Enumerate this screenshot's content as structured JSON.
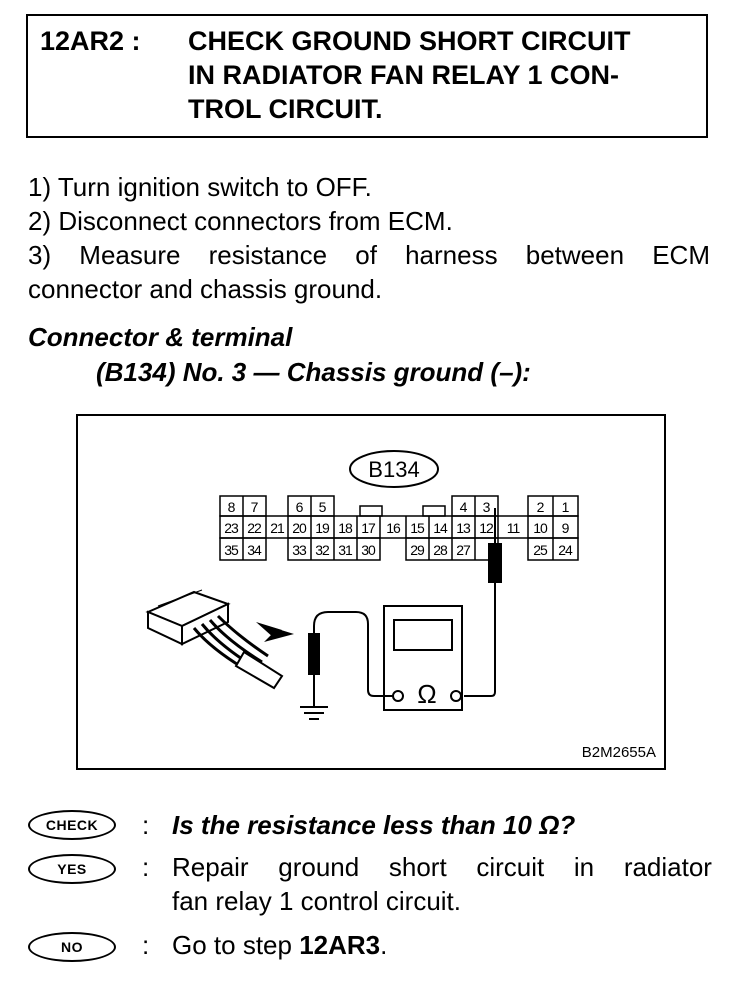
{
  "step": {
    "code": "12AR2 :",
    "title_lines": [
      "CHECK GROUND SHORT CIRCUIT",
      "IN RADIATOR FAN RELAY 1 CON-",
      "TROL CIRCUIT."
    ]
  },
  "instructions": [
    "1)  Turn ignition switch to OFF.",
    "2)  Disconnect connectors from ECM.",
    {
      "words": [
        "3)",
        "Measure",
        "resistance",
        "of",
        "harness",
        "between",
        "ECM"
      ],
      "continuation": "connector and chassis ground."
    }
  ],
  "connector": {
    "heading": "Connector & terminal",
    "terminal": "(B134) No. 3 — Chassis ground (–):"
  },
  "diagram": {
    "connector_label": "B134",
    "figure_code": "B2M2655A",
    "meter_symbol": "Ω",
    "pin_rows": [
      [
        "8",
        "7",
        "6",
        "5",
        "4",
        "3",
        "2",
        "1"
      ],
      [
        "23",
        "22",
        "21",
        "20",
        "19",
        "18",
        "17",
        "16",
        "15",
        "14",
        "13",
        "12",
        "11",
        "10",
        "9"
      ],
      [
        "35",
        "34",
        "33",
        "32",
        "31",
        "30",
        "29",
        "28",
        "27",
        "25",
        "24"
      ]
    ]
  },
  "results": {
    "check": {
      "badge": "CHECK",
      "colon": ":",
      "text": "Is the resistance less than 10 Ω?"
    },
    "yes": {
      "badge": "YES",
      "colon": ":",
      "line1_words": [
        "Repair",
        "ground",
        "short",
        "circuit",
        "in",
        "radiator"
      ],
      "line2": "fan relay 1 control circuit."
    },
    "no": {
      "badge": "NO",
      "colon": ":",
      "prefix": "Go to step ",
      "step": "12AR3",
      "suffix": "."
    }
  }
}
